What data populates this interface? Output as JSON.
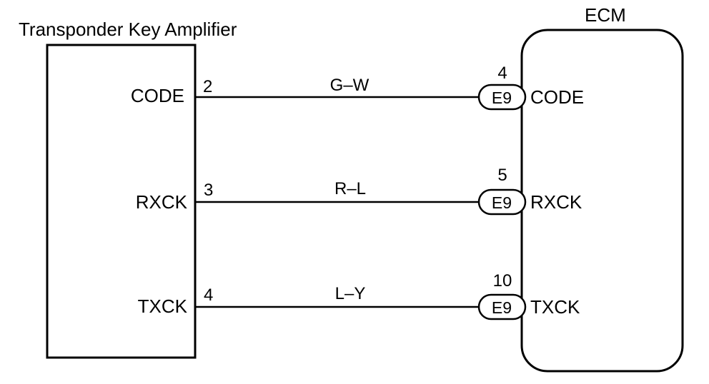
{
  "amplifier": {
    "title": "Transponder Key Amplifier"
  },
  "ecm": {
    "title": "ECM"
  },
  "connector_id": "E9",
  "circuits": [
    {
      "signal": "CODE",
      "amp_pin": "2",
      "wire_color": "G–W",
      "ecm_pin": "4",
      "ecm_signal": "CODE"
    },
    {
      "signal": "RXCK",
      "amp_pin": "3",
      "wire_color": "R–L",
      "ecm_pin": "5",
      "ecm_signal": "RXCK"
    },
    {
      "signal": "TXCK",
      "amp_pin": "4",
      "wire_color": "L–Y",
      "ecm_pin": "10",
      "ecm_signal": "TXCK"
    }
  ]
}
